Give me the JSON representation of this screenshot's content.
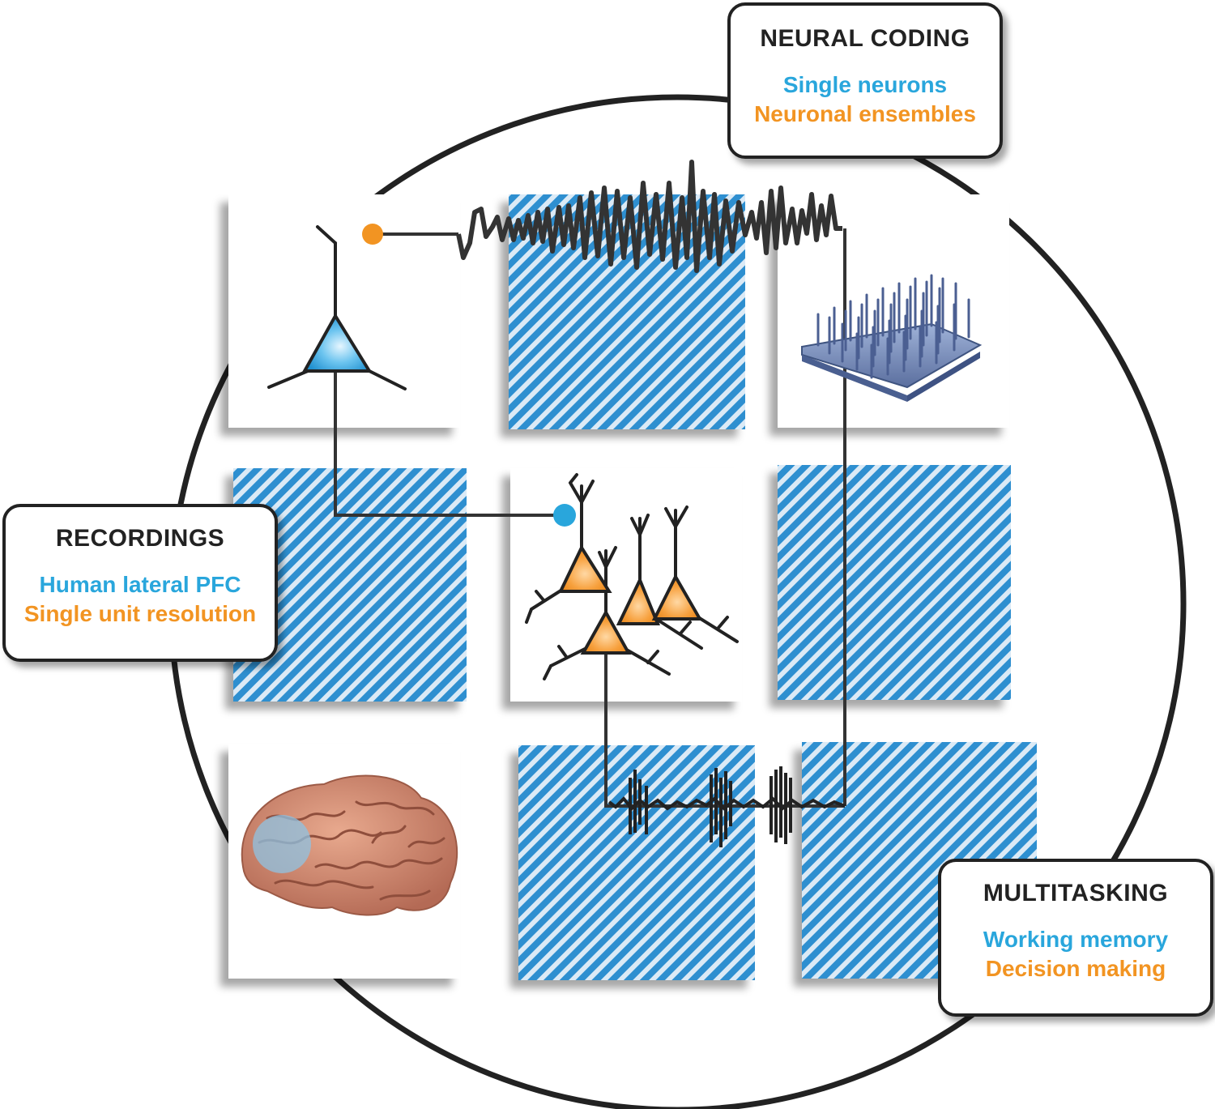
{
  "colors": {
    "blue": "#29a6dc",
    "orange": "#f29422",
    "dark": "#222222",
    "pattern_blue": "#2d8fd0"
  },
  "callouts": {
    "recordings": {
      "heading": "RECORDINGS",
      "line1": "Human lateral PFC",
      "line2": "Single unit resolution"
    },
    "neural_coding": {
      "heading": "NEURAL CODING",
      "line1": "Single neurons",
      "line2": "Neuronal ensembles"
    },
    "multitasking": {
      "heading": "MULTITASKING",
      "line1": "Working memory",
      "line2": "Decision making"
    }
  }
}
